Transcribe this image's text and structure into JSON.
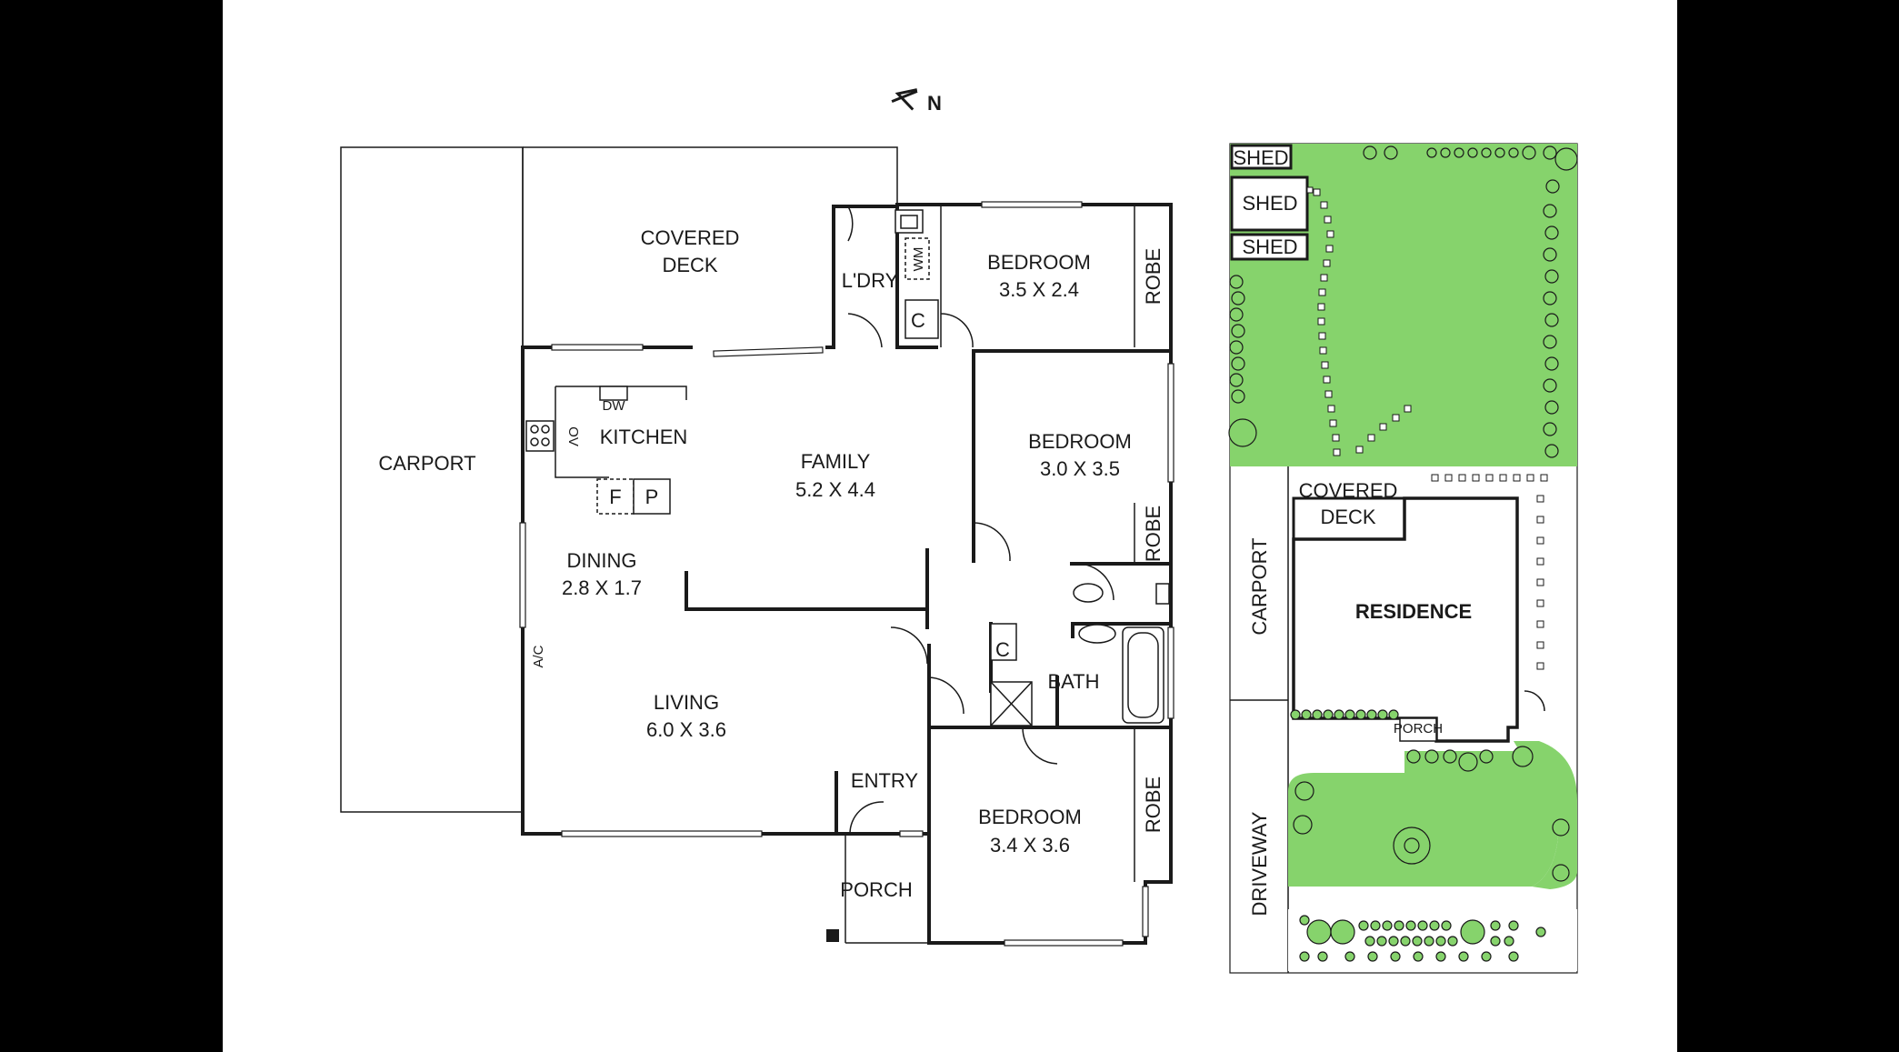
{
  "compass": {
    "label": "N"
  },
  "floor_plan": {
    "carport": "CARPORT",
    "covered_deck_line1": "COVERED",
    "covered_deck_line2": "DECK",
    "laundry": "L'DRY",
    "wm": "WM",
    "cupboard": "C",
    "bedroom1_name": "BEDROOM",
    "bedroom1_size": "3.5 X 2.4",
    "robe": "ROBE",
    "dw": "DW",
    "ov": "OV",
    "kitchen": "KITCHEN",
    "fridge": "F",
    "pantry": "P",
    "family_name": "FAMILY",
    "family_size": "5.2 X 4.4",
    "bedroom2_name": "BEDROOM",
    "bedroom2_size": "3.0 X 3.5",
    "dining_name": "DINING",
    "dining_size": "2.8 X 1.7",
    "ac": "A/C",
    "bath": "BATH",
    "living_name": "LIVING",
    "living_size": "6.0 X 3.6",
    "entry": "ENTRY",
    "bedroom3_name": "BEDROOM",
    "bedroom3_size": "3.4 X 3.6",
    "porch": "PORCH"
  },
  "site_plan": {
    "shed": "SHED",
    "covered_deck_line1": "COVERED",
    "covered_deck_line2": "DECK",
    "carport": "CARPORT",
    "residence": "RESIDENCE",
    "porch": "PORCH",
    "driveway": "DRIVEWAY"
  },
  "colors": {
    "grass": "#86d36c",
    "line": "#1a1a1a",
    "background": "#ffffff",
    "outer": "#000000"
  }
}
